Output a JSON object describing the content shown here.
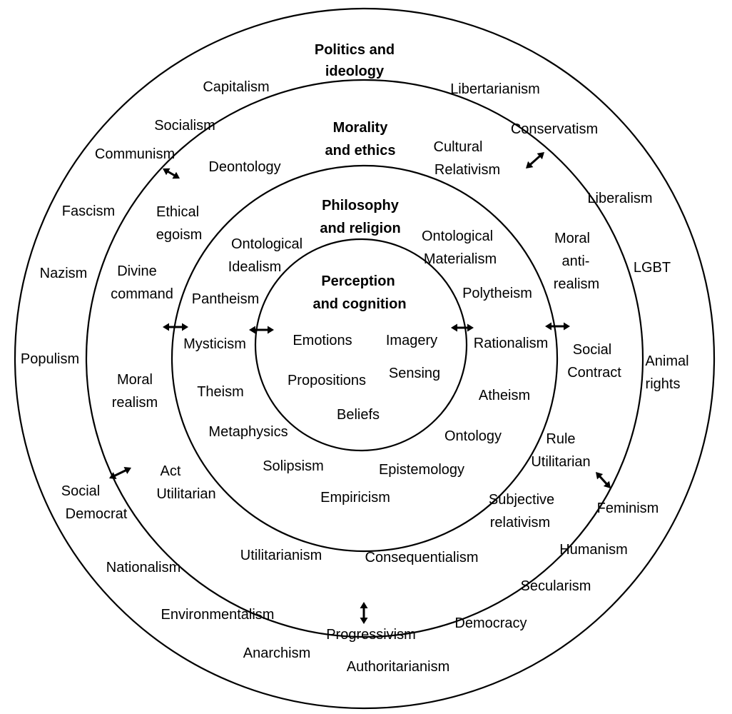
{
  "colors": {
    "ink": "#000000",
    "background": "#ffffff"
  },
  "rings": [
    {
      "name": "ring-politics-ideology",
      "heading": [
        "Politics and",
        "ideology"
      ]
    },
    {
      "name": "ring-morality-ethics",
      "heading": [
        "Morality",
        "and ethics"
      ]
    },
    {
      "name": "ring-philosophy-religion",
      "heading": [
        "Philosophy",
        "and religion"
      ]
    },
    {
      "name": "ring-perception-cognition",
      "heading": [
        "Perception",
        "and cognition"
      ]
    }
  ],
  "terms": {
    "politics": [
      "Capitalism",
      "Libertarianism",
      "Socialism",
      "Conservatism",
      "Communism",
      "Liberalism",
      "Fascism",
      "LGBT",
      "Nazism",
      "Populism",
      "Animal",
      "rights",
      "Social",
      "Democrat",
      "Feminism",
      "Nationalism",
      "Humanism",
      "Secularism",
      "Environmentalism",
      "Democracy",
      "Progressivism",
      "Anarchism",
      "Authoritarianism"
    ],
    "morality": [
      "Deontology",
      "Cultural",
      "Relativism",
      "Ethical",
      "egoism",
      "Moral",
      "anti-",
      "realism",
      "Divine",
      "command",
      "Social",
      "Contract",
      "Moral",
      "realism",
      "Rule",
      "Utilitarian",
      "Act",
      "Utilitarian",
      "Subjective",
      "relativism",
      "Utilitarianism",
      "Consequentialism"
    ],
    "philosophy": [
      "Ontological",
      "Idealism",
      "Ontological",
      "Materialism",
      "Pantheism",
      "Polytheism",
      "Mysticism",
      "Rationalism",
      "Theism",
      "Atheism",
      "Metaphysics",
      "Ontology",
      "Solipsism",
      "Epistemology",
      "Empiricism"
    ],
    "perception": [
      "Emotions",
      "Imagery",
      "Propositions",
      "Sensing",
      "Beliefs"
    ]
  }
}
